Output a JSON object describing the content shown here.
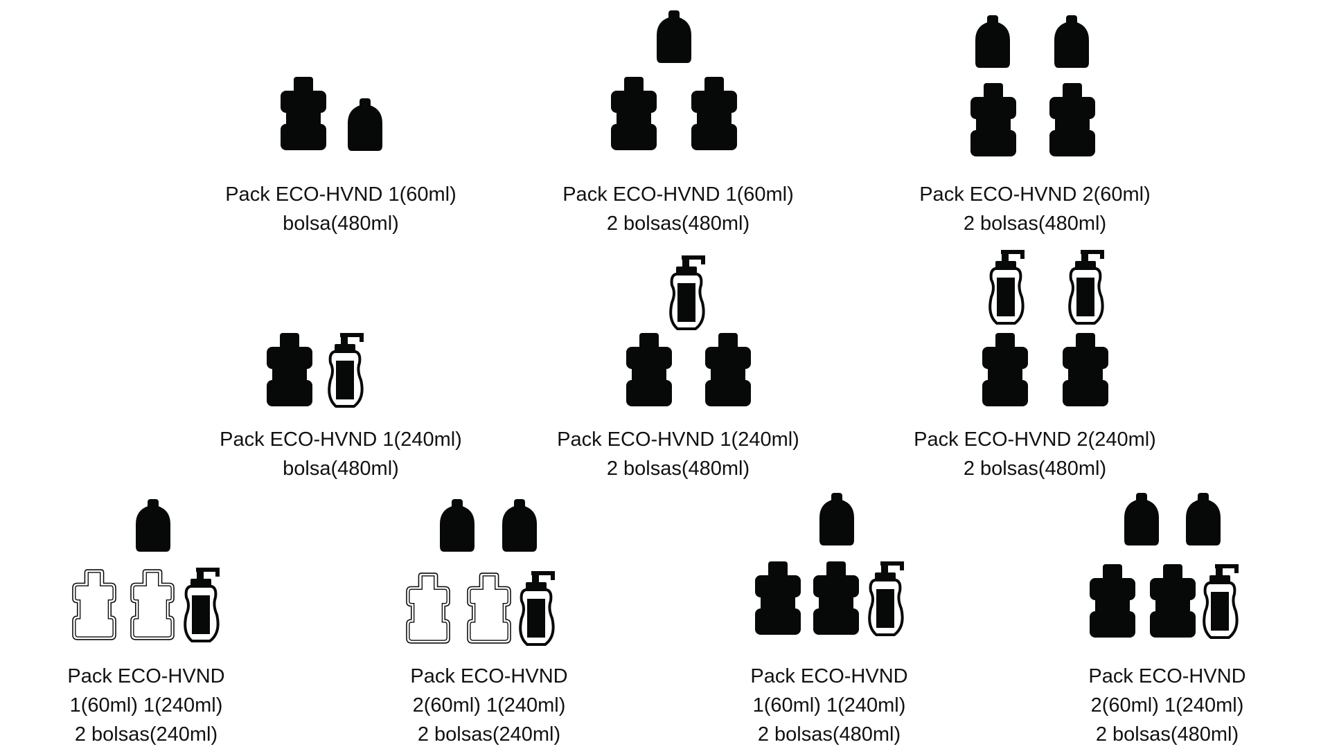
{
  "colors": {
    "ink": "#070909",
    "background": "#ffffff"
  },
  "packs": [
    {
      "lines": [
        "Pack ECO-HVND 1(60ml)",
        "bolsa(480ml)"
      ]
    },
    {
      "lines": [
        "Pack ECO-HVND 1(60ml)",
        "2 bolsas(480ml)"
      ]
    },
    {
      "lines": [
        "Pack ECO-HVND 2(60ml)",
        "2 bolsas(480ml)"
      ]
    },
    {
      "lines": [
        "Pack ECO-HVND 1(240ml)",
        "bolsa(480ml)"
      ]
    },
    {
      "lines": [
        "Pack ECO-HVND 1(240ml)",
        "2 bolsas(480ml)"
      ]
    },
    {
      "lines": [
        "Pack ECO-HVND 2(240ml)",
        "2 bolsas(480ml)"
      ]
    },
    {
      "lines": [
        "Pack ECO-HVND",
        "1(60ml) 1(240ml)",
        "2 bolsas(240ml)"
      ]
    },
    {
      "lines": [
        "Pack ECO-HVND",
        "2(60ml) 1(240ml)",
        "2 bolsas(240ml)"
      ]
    },
    {
      "lines": [
        "Pack ECO-HVND",
        "1(60ml) 1(240ml)",
        "2 bolsas(480ml)"
      ]
    },
    {
      "lines": [
        "Pack ECO-HVND",
        "2(60ml) 1(240ml)",
        "2 bolsas(480ml)"
      ]
    }
  ]
}
